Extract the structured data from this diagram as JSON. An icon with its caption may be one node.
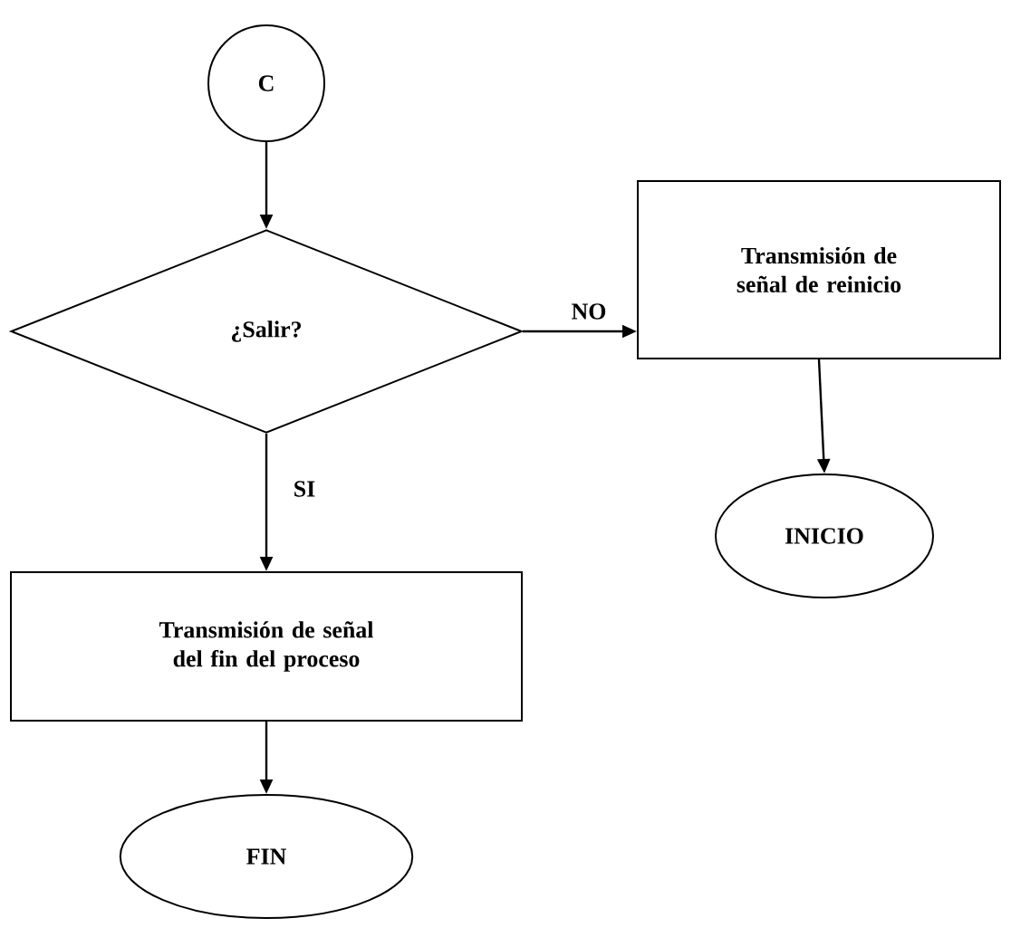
{
  "diagram": {
    "nodes": [
      {
        "text": [
          "C"
        ]
      },
      {
        "text": [
          "¿Salir?"
        ]
      },
      {
        "text": [
          "Transmisión de señal de reinicio"
        ]
      },
      {
        "text": [
          "INICIO"
        ]
      },
      {
        "text": [
          "Transmisión de señal del fin del proceso"
        ]
      },
      {
        "text": [
          "FIN"
        ]
      }
    ],
    "edges": [
      {
        "from": 0,
        "to": 1,
        "arrow": "to"
      },
      {
        "from": 1,
        "to": 2,
        "arrow": "to",
        "label": "NO"
      },
      {
        "from": 1,
        "to": 4,
        "arrow": "to",
        "label": "SI"
      },
      {
        "from": 2,
        "to": 3,
        "arrow": "to"
      },
      {
        "from": 4,
        "to": 5,
        "arrow": "to"
      }
    ]
  }
}
